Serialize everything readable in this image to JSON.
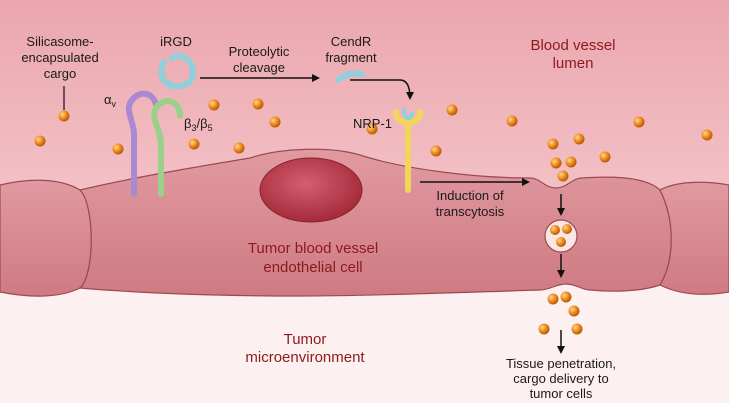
{
  "labels": {
    "cargo_l1": "Silicasome-",
    "cargo_l2": "encapsulated",
    "cargo_l3": "cargo",
    "irgd": "iRGD",
    "alpha": "α",
    "alpha_sub": "v",
    "beta": "β",
    "beta_sub3": "3",
    "beta_slash": "/β",
    "beta_sub5": "5",
    "proteo_l1": "Proteolytic",
    "proteo_l2": "cleavage",
    "cendr_l1": "CendR",
    "cendr_l2": "fragment",
    "nrp1": "NRP-1",
    "lumen_l1": "Blood vessel",
    "lumen_l2": "lumen",
    "induction_l1": "Induction of",
    "induction_l2": "transcytosis",
    "endo_l1": "Tumor blood vessel",
    "endo_l2": "endothelial cell",
    "micro_l1": "Tumor",
    "micro_l2": "microenvironment",
    "pen_l1": "Tissue penetration,",
    "pen_l2": "cargo delivery to",
    "pen_l3": "tumor cells"
  },
  "colors": {
    "lumen": "#eaa5ad",
    "cell": "#d68288",
    "nucleus": "#b93a48",
    "micro": "#fdf0f0",
    "receptor_alpha": "#a98ad0",
    "receptor_beta": "#9ad08a",
    "peptide": "#8fd0dc",
    "nrp1": "#f2d65a",
    "particle": "#f08c1c",
    "label_red": "#8c1a1e"
  }
}
